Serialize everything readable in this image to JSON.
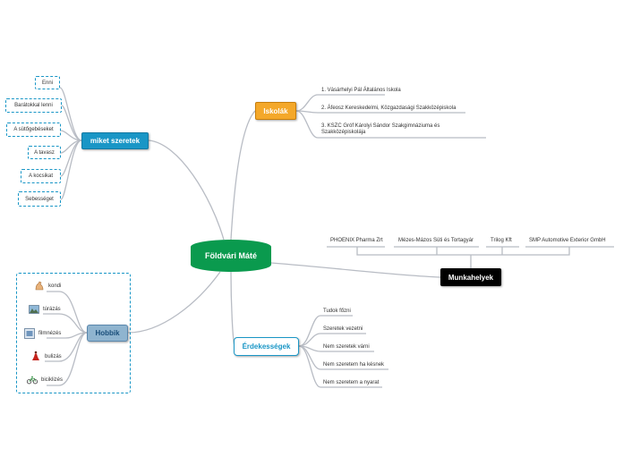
{
  "central": {
    "label": "Földvári Máté"
  },
  "topics": {
    "iskolak": {
      "label": "Iskolák",
      "items": [
        "1. Vásárhelyi Pál Általános Iskola",
        "2. Áfeosz Kereskedelmi, Közgazdasági Szakközépiskola",
        "3. KSZC Gróf Károlyi Sándor Szakgimnáziuma és Szakközépiskolája"
      ]
    },
    "miket_szeretek": {
      "label": "miket szeretek",
      "items": [
        "Enni",
        "Barátokkal lenni",
        "A sütőgebéseket",
        "A tavasz",
        "A kocsikat",
        "Sebességet"
      ]
    },
    "munkahelyek": {
      "label": "Munkahelyek",
      "items": [
        "PHOENIX Pharma Zrt",
        "Mézes-Mázos Süti és Tortagyár",
        "Trilog Kft",
        "SMP Automotive Exterior GmbH"
      ]
    },
    "hobbik": {
      "label": "Hobbik",
      "items": [
        {
          "label": "kondi",
          "icon": "flexed-arm-icon"
        },
        {
          "label": "túrázás",
          "icon": "landscape-icon"
        },
        {
          "label": "filmnézés",
          "icon": "film-icon"
        },
        {
          "label": "bulizás",
          "icon": "dancer-icon"
        },
        {
          "label": "biciklizés",
          "icon": "bicycle-icon"
        }
      ]
    },
    "erdeklodesek": {
      "label": "Érdekességek",
      "items": [
        "Tudok főzni",
        "Szeretek vezetni",
        "Nem szeretek várni",
        "Nem szeretem ha késnek",
        "Nem szeretem a nyarat"
      ]
    }
  },
  "colors": {
    "central": "#0a9a4e",
    "accent_blue": "#1996c6",
    "iskolak": "#f4a82a",
    "munkahelyek": "#000000",
    "connector": "#b8bcc4"
  }
}
